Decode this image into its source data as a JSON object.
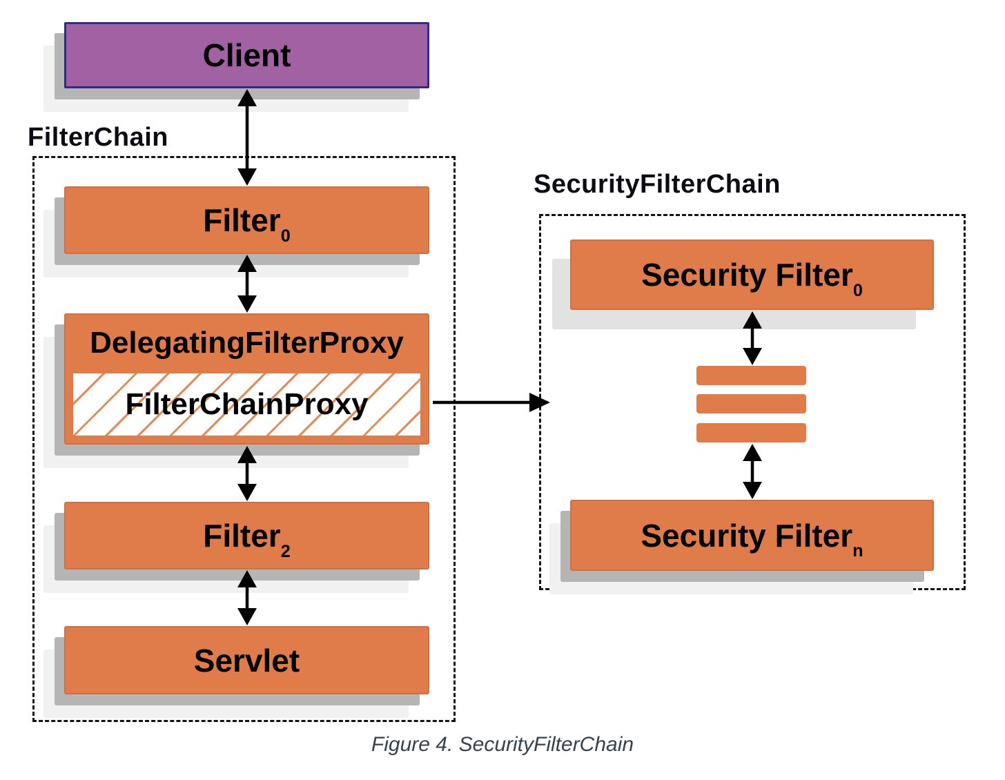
{
  "caption": "Figure 4. SecurityFilterChain",
  "client": {
    "label": "Client"
  },
  "filter_chain": {
    "label": "FilterChain",
    "filter0": {
      "base": "Filter",
      "sub": "0"
    },
    "delegating_filter_proxy": {
      "label": "DelegatingFilterProxy"
    },
    "filter_chain_proxy": {
      "label": "FilterChainProxy"
    },
    "filter2": {
      "base": "Filter",
      "sub": "2"
    },
    "servlet": {
      "label": "Servlet"
    }
  },
  "security_filter_chain": {
    "label": "SecurityFilterChain",
    "security_filter_0": {
      "base": "Security Filter",
      "sub": "0"
    },
    "security_filter_n": {
      "base": "Security Filter",
      "sub": "n"
    }
  },
  "colors": {
    "orange": "#e07c4a",
    "orange_border": "#d16f3f",
    "hatch_line": "#e58a55",
    "purple": "#a161a3",
    "purple_border": "#2e2c86",
    "shadow_gray": "#b5b5b5",
    "shadow_light": "#f1f1f1",
    "caption": "#36424c"
  }
}
